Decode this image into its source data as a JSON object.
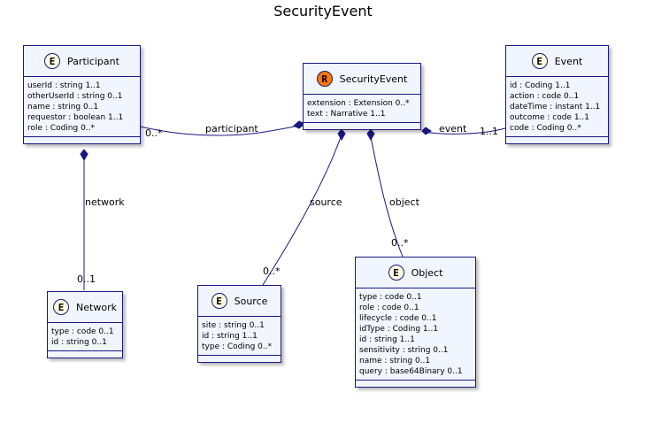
{
  "title": "SecurityEvent",
  "classes": {
    "participant": {
      "name": "Participant",
      "stereotype": "E",
      "attributes": [
        "userId : string 1..1",
        "otherUserId : string 0..1",
        "name : string 0..1",
        "requestor : boolean 1..1",
        "role : Coding 0..*"
      ]
    },
    "securityevent": {
      "name": "SecurityEvent",
      "stereotype": "R",
      "attributes": [
        "extension : Extension 0..*",
        "text : Narrative 1..1"
      ]
    },
    "event": {
      "name": "Event",
      "stereotype": "E",
      "attributes": [
        "id : Coding 1..1",
        "action : code 0..1",
        "dateTime : instant 1..1",
        "outcome : code 1..1",
        "code : Coding 0..*"
      ]
    },
    "network": {
      "name": "Network",
      "stereotype": "E",
      "attributes": [
        "type : code 0..1",
        "id : string 0..1"
      ]
    },
    "source": {
      "name": "Source",
      "stereotype": "E",
      "attributes": [
        "site : string 0..1",
        "id : string 1..1",
        "type : Coding 0..*"
      ]
    },
    "object": {
      "name": "Object",
      "stereotype": "E",
      "attributes": [
        "type : code 0..1",
        "role : code 0..1",
        "lifecycle : code 0..1",
        "idType : Coding 1..1",
        "id : string 1..1",
        "sensitivity : string 0..1",
        "name : string 0..1",
        "query : base64Binary 0..1"
      ]
    }
  },
  "relations": {
    "participant": {
      "label": "participant",
      "multiplicity": "0..*"
    },
    "event": {
      "label": "event",
      "multiplicity": "1..1"
    },
    "source": {
      "label": "source",
      "multiplicity": "0..*"
    },
    "object": {
      "label": "object",
      "multiplicity": "0..*"
    },
    "network": {
      "label": "network",
      "multiplicity": "0..1"
    }
  },
  "colors": {
    "border": "#181880",
    "fill": "#f1f6fe",
    "entity_badge": "#fffbe0",
    "resource_badge": "#ff7700"
  }
}
